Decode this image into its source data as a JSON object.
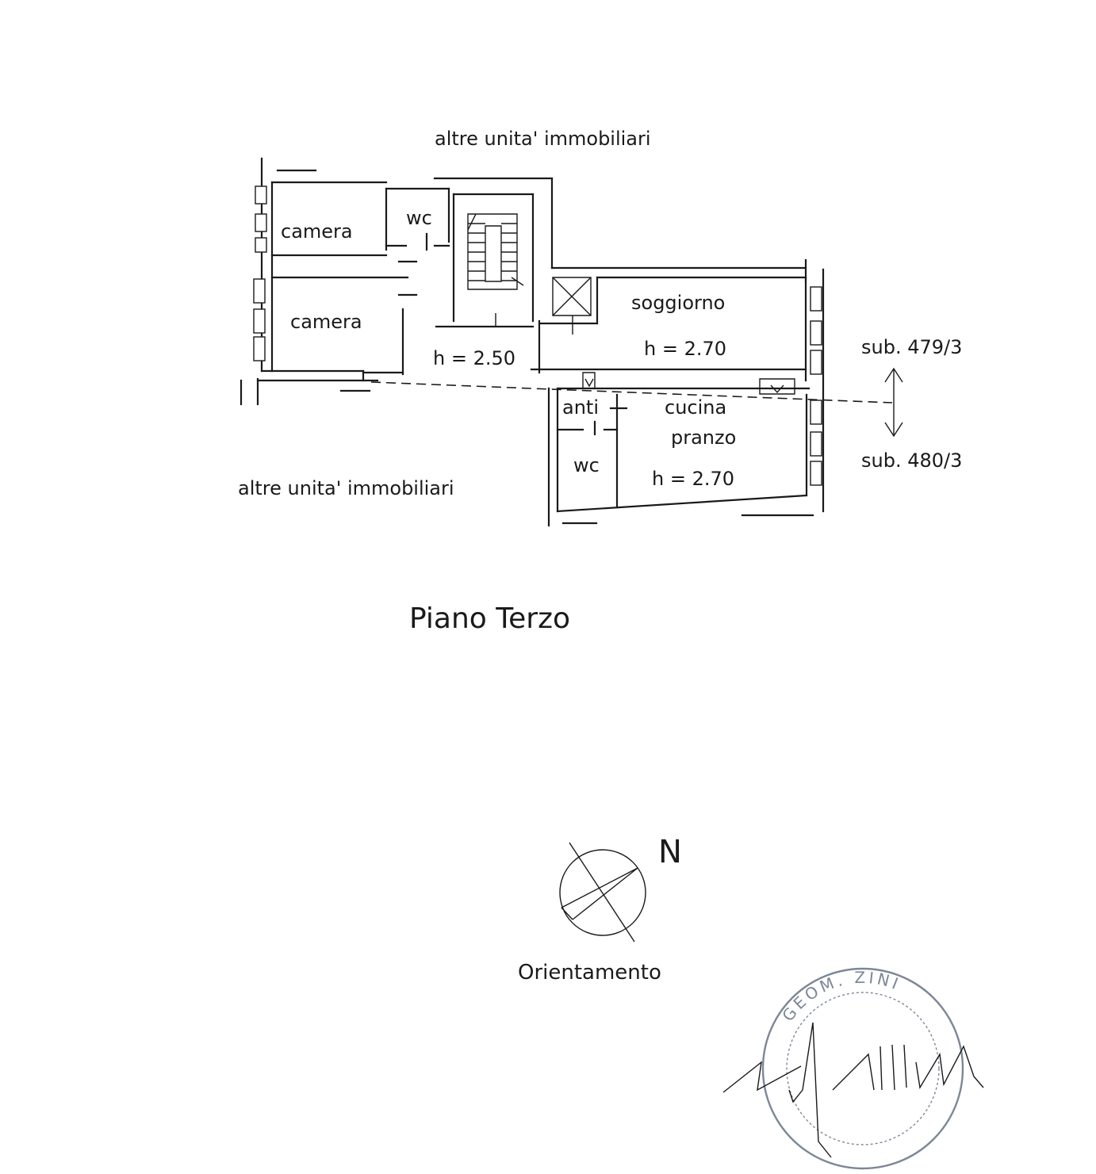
{
  "neighbors": {
    "top": "altre unita' immobiliari",
    "bottom": "altre unita' immobiliari"
  },
  "rooms": {
    "camera_1": "camera",
    "camera_2": "camera",
    "wc_1": "wc",
    "soggiorno": "soggiorno",
    "cucina_line1": "cucina",
    "cucina_line2": "pranzo",
    "anti": "anti",
    "wc_2": "wc"
  },
  "heights": {
    "corridor": "h = 2.50",
    "soggiorno": "h = 2.70",
    "cucina": "h = 2.70"
  },
  "subdivisions": {
    "upper": "sub. 479/3",
    "lower": "sub. 480/3"
  },
  "floor_title": "Piano Terzo",
  "compass": {
    "north": "N",
    "caption": "Orientamento"
  },
  "stamp": {
    "ring_text": "GEOM. ZINI"
  },
  "colors": {
    "ink": "#1a1a1a",
    "stamp": "#7c8797"
  }
}
